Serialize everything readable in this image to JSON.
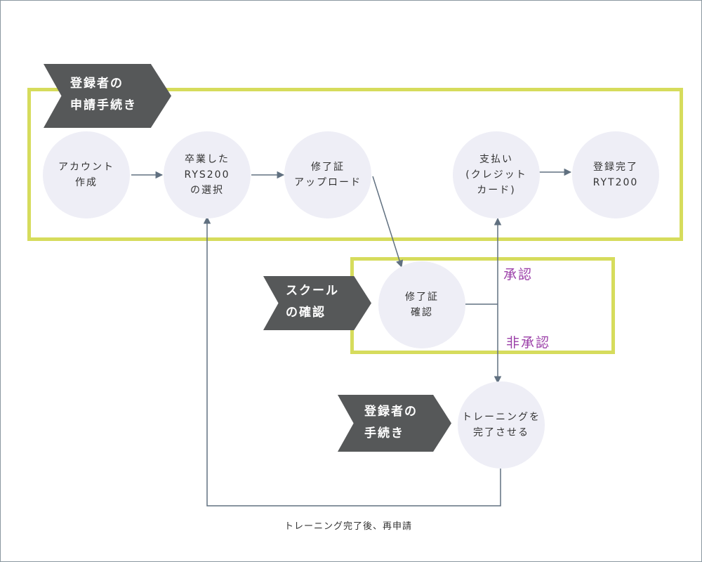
{
  "colors": {
    "group_border": "#d6dc5c",
    "tag_fill": "#565859",
    "node_fill": "#eeeef6",
    "arrow": "#607080",
    "decision_label": "#9b3fa8"
  },
  "tags": {
    "registrant_application": [
      "登録者の",
      "申請手続き"
    ],
    "school_confirmation": [
      "スクール",
      "の確認"
    ],
    "registrant_procedure": [
      "登録者の",
      "手続き"
    ]
  },
  "nodes": {
    "create_account": [
      "アカウント",
      "作成"
    ],
    "select_rys": [
      "卒業した",
      "RYS200",
      "の選択"
    ],
    "upload_certificate": [
      "修了証",
      "アップロード"
    ],
    "payment": [
      "支払い",
      "(クレジット",
      "カード)"
    ],
    "registration_complete": [
      "登録完了",
      "RYT200"
    ],
    "confirm_certificate": [
      "修了証",
      "確認"
    ],
    "complete_training": [
      "トレーニングを",
      "完了させる"
    ]
  },
  "labels": {
    "approve": "承認",
    "reject": "非承認",
    "reapply": "トレーニング完了後、再申請"
  }
}
